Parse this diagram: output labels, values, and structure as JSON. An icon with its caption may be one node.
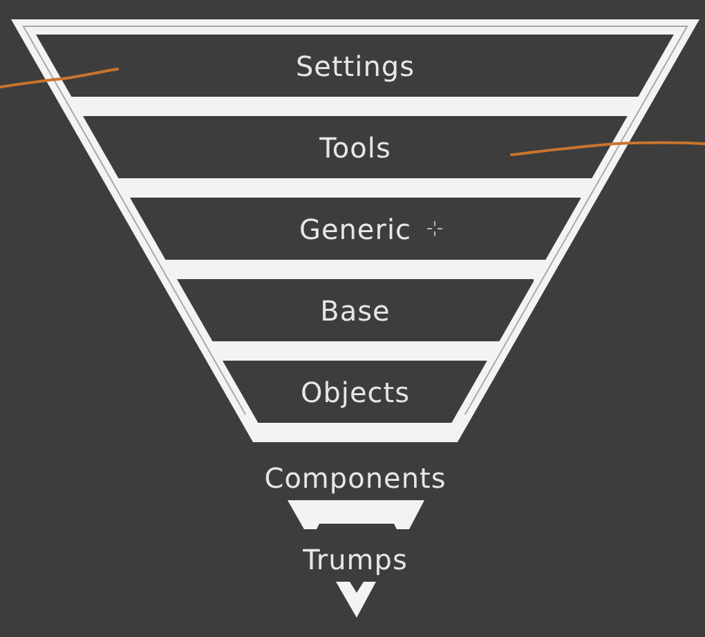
{
  "diagram": {
    "nodes": [
      {
        "text": [
          "Settings"
        ]
      },
      {
        "text": [
          "Tools"
        ]
      },
      {
        "text": [
          "Generic"
        ]
      },
      {
        "text": [
          "Base"
        ]
      },
      {
        "text": [
          "Objects"
        ]
      },
      {
        "text": [
          "Components"
        ]
      },
      {
        "text": [
          "Trumps"
        ]
      }
    ]
  }
}
